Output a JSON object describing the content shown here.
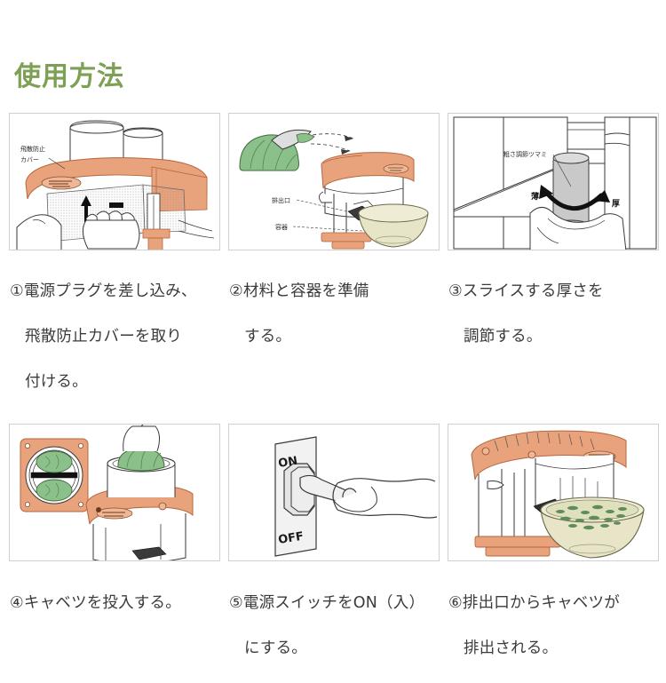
{
  "page": {
    "title": "使用方法",
    "title_color": "#7da055",
    "background_color": "#ffffff"
  },
  "colors": {
    "machine_orange": "#e8a27c",
    "machine_orange_dark": "#c9764c",
    "cabbage_green": "#8cc08a",
    "cabbage_green_dark": "#4e8b4a",
    "bowl_cream": "#e8e4c8",
    "panel_border": "#d0d0d0",
    "line": "#3a3a3a",
    "knob_gray": "#c9c9c9"
  },
  "steps": [
    {
      "number": "①",
      "caption_line1": "電源プラグを差し込み、",
      "caption_line2": "飛散防止カバーを取り",
      "caption_line3": "付ける。",
      "caption_full": "①電源プラグを差し込み、飛散防止カバーを取り付ける。",
      "panel_labels": [
        {
          "text": "飛散防止",
          "role": "callout-line1"
        },
        {
          "text": "カバー",
          "role": "callout-line2"
        }
      ]
    },
    {
      "number": "②",
      "caption_line1": "材料と容器を準備",
      "caption_line2": "する。",
      "caption_line3": "",
      "caption_full": "②材料と容器を準備する。",
      "panel_labels": [
        {
          "text": "排出口",
          "role": "callout"
        },
        {
          "text": "容器",
          "role": "callout"
        }
      ]
    },
    {
      "number": "③",
      "caption_line1": "スライスする厚さを",
      "caption_line2": "調節する。",
      "caption_line3": "",
      "caption_full": "③スライスする厚さを調節する。",
      "panel_labels": [
        {
          "text": "粗さ調節ツマミ",
          "role": "callout"
        },
        {
          "text": "薄",
          "role": "direction-thin"
        },
        {
          "text": "厚",
          "role": "direction-thick"
        }
      ]
    },
    {
      "number": "④",
      "caption_line1": "キャベツを投入する。",
      "caption_line2": "",
      "caption_line3": "",
      "caption_full": "④キャベツを投入する。",
      "panel_labels": []
    },
    {
      "number": "⑤",
      "caption_line1": "電源スイッチをON（入）",
      "caption_line2": "にする。",
      "caption_line3": "",
      "caption_full": "⑤電源スイッチをON（入）にする。",
      "panel_labels": [
        {
          "text": "ON",
          "role": "switch-on"
        },
        {
          "text": "OFF",
          "role": "switch-off"
        }
      ]
    },
    {
      "number": "⑥",
      "caption_line1": "排出口からキャベツが",
      "caption_line2": "排出される。",
      "caption_line3": "",
      "caption_full": "⑥排出口からキャベツが排出される。",
      "panel_labels": []
    }
  ]
}
